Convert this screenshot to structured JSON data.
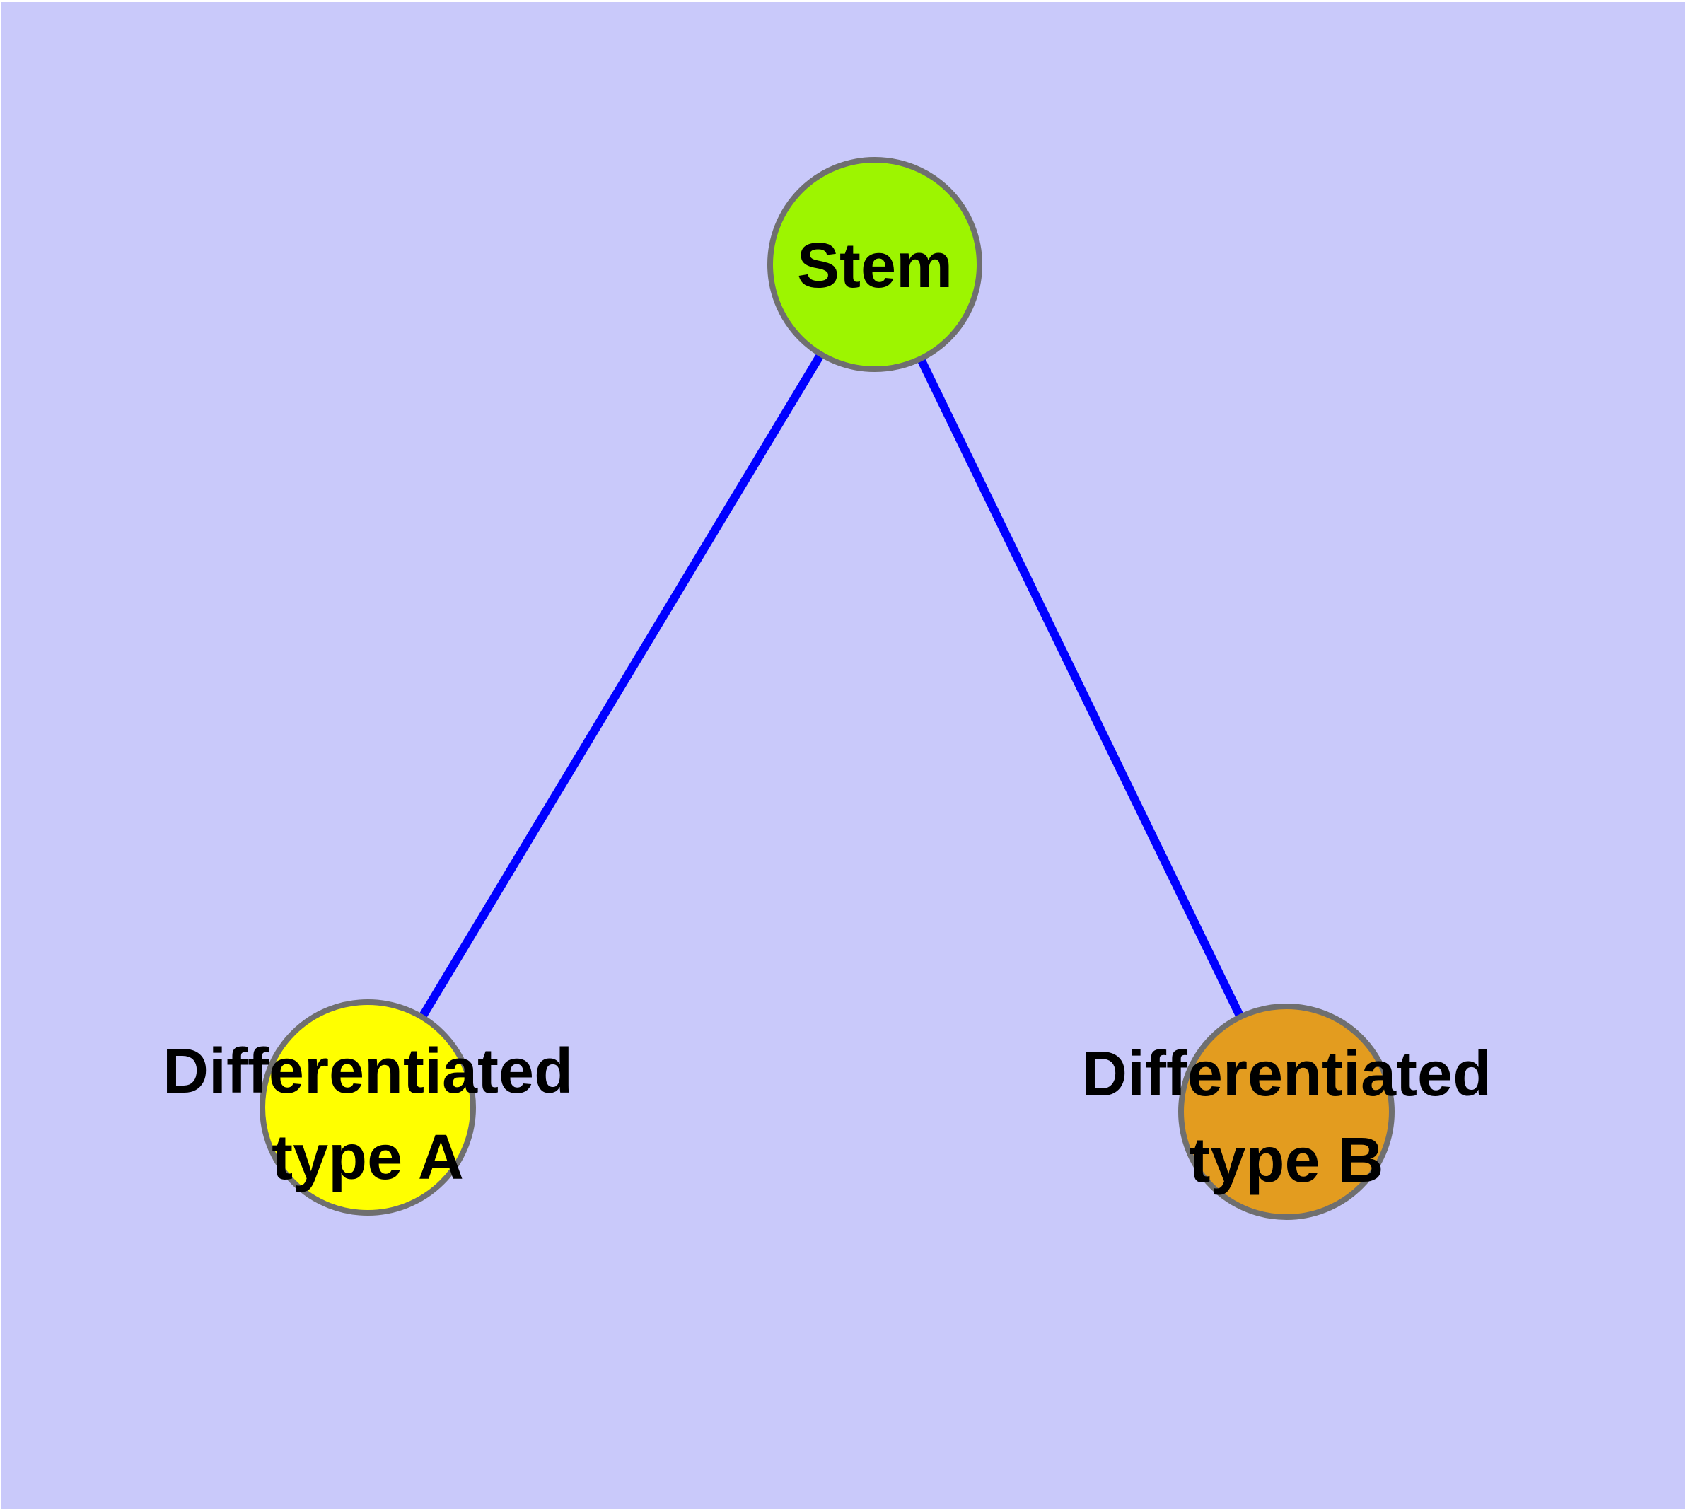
{
  "background_color": "#C9C9FA",
  "edge_color": "#0000FF",
  "node_border_color": "#6F6F6F",
  "text_color": "#000000",
  "nodes": {
    "stem": {
      "label": "Stem",
      "fill": "#9DF500"
    },
    "type_a": {
      "line1": "Differentiated",
      "line2": "type A",
      "fill": "#FFFF00"
    },
    "type_b": {
      "line1": "Differentiated",
      "line2": "type B",
      "fill": "#E39C1F"
    }
  },
  "edges": [
    {
      "from": "Stem",
      "to": "Differentiated type A"
    },
    {
      "from": "Stem",
      "to": "Differentiated type B"
    }
  ]
}
